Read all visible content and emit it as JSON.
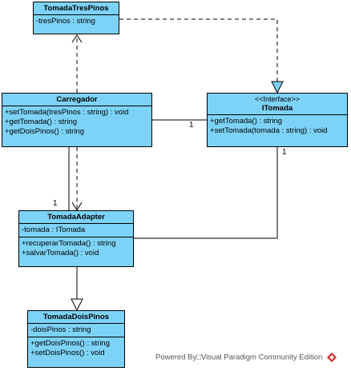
{
  "classes": {
    "tomada_tres_pinos": {
      "name": "TomadaTresPinos",
      "attributes": [
        "-tresPinos : string"
      ]
    },
    "carregador": {
      "name": "Carregador",
      "operations": [
        "+setTomada(tresPinos : string) : void",
        "+getTomada() : string",
        "+getDoisPinos() : string"
      ]
    },
    "itomada": {
      "stereotype": "<<Interface>>",
      "name": "ITomada",
      "operations": [
        "+getTomada() : string",
        "+setTomada(tomada : string) : void"
      ]
    },
    "tomada_adapter": {
      "name": "TomadaAdapter",
      "attributes": [
        "-tomada : ITomada"
      ],
      "operations": [
        "+recuperarTomada() : string",
        "+salvarTomada() : void"
      ]
    },
    "tomada_dois_pinos": {
      "name": "TomadaDoisPinos",
      "attributes": [
        "-doisPinos : string"
      ],
      "operations": [
        "+getDoisPinos() : string",
        "+setDoisPinos() : void"
      ]
    }
  },
  "multiplicities": {
    "carregador_itomada": "1",
    "adapter_from_carregador": "1",
    "itomada_adapter": "1"
  },
  "footer": {
    "text": "Powered By□Visual Paradigm Community Edition",
    "logo_icon": "visual-paradigm-logo-icon"
  },
  "colors": {
    "class_fill": "#7dd3f7",
    "stroke": "#000000"
  }
}
